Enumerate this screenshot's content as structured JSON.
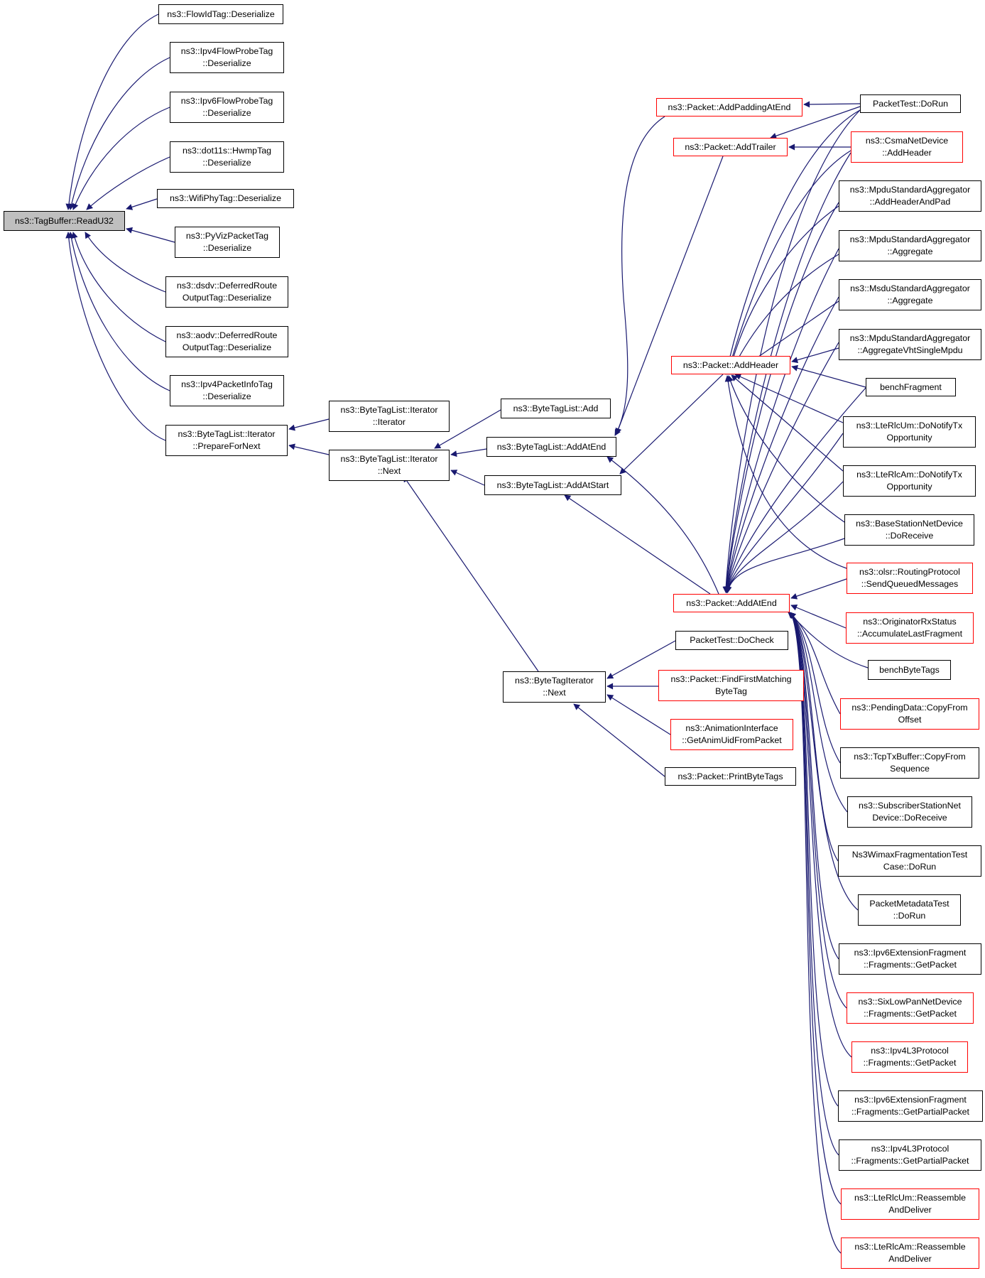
{
  "colors": {
    "edge": "#191970",
    "border": "#000000",
    "border_partial": "#ff0000",
    "root_fill": "#bfbfbf"
  },
  "nodes": {
    "readu32": {
      "lines": [
        "ns3::TagBuffer::ReadU32"
      ],
      "style": "root"
    },
    "flowid": {
      "lines": [
        "ns3::FlowIdTag::Deserialize"
      ],
      "style": "normal"
    },
    "ipv4fp": {
      "lines": [
        "ns3::Ipv4FlowProbeTag",
        "::Deserialize"
      ],
      "style": "normal"
    },
    "ipv6fp": {
      "lines": [
        "ns3::Ipv6FlowProbeTag",
        "::Deserialize"
      ],
      "style": "normal"
    },
    "hwmp": {
      "lines": [
        "ns3::dot11s::HwmpTag",
        "::Deserialize"
      ],
      "style": "normal"
    },
    "wifiphy": {
      "lines": [
        "ns3::WifiPhyTag::Deserialize"
      ],
      "style": "normal"
    },
    "pyviz": {
      "lines": [
        "ns3::PyVizPacketTag",
        "::Deserialize"
      ],
      "style": "normal"
    },
    "dsdv": {
      "lines": [
        "ns3::dsdv::DeferredRoute",
        "OutputTag::Deserialize"
      ],
      "style": "normal"
    },
    "aodv": {
      "lines": [
        "ns3::aodv::DeferredRoute",
        "OutputTag::Deserialize"
      ],
      "style": "normal"
    },
    "ipv4pi": {
      "lines": [
        "ns3::Ipv4PacketInfoTag",
        "::Deserialize"
      ],
      "style": "normal"
    },
    "prepare": {
      "lines": [
        "ns3::ByteTagList::Iterator",
        "::PrepareForNext"
      ],
      "style": "normal"
    },
    "iterctor": {
      "lines": [
        "ns3::ByteTagList::Iterator",
        "::Iterator"
      ],
      "style": "normal"
    },
    "iternext": {
      "lines": [
        "ns3::ByteTagList::Iterator",
        "::Next"
      ],
      "style": "normal"
    },
    "btladd": {
      "lines": [
        "ns3::ByteTagList::Add"
      ],
      "style": "normal"
    },
    "addatend_btl": {
      "lines": [
        "ns3::ByteTagList::AddAtEnd"
      ],
      "style": "normal"
    },
    "addatstart": {
      "lines": [
        "ns3::ByteTagList::AddAtStart"
      ],
      "style": "normal"
    },
    "btinext": {
      "lines": [
        "ns3::ByteTagIterator",
        "::Next"
      ],
      "style": "normal"
    },
    "paddpad": {
      "lines": [
        "ns3::Packet::AddPaddingAtEnd"
      ],
      "style": "red"
    },
    "paddtrailer": {
      "lines": [
        "ns3::Packet::AddTrailer"
      ],
      "style": "red"
    },
    "paddheader": {
      "lines": [
        "ns3::Packet::AddHeader"
      ],
      "style": "red"
    },
    "paddatend": {
      "lines": [
        "ns3::Packet::AddAtEnd"
      ],
      "style": "red"
    },
    "pdocheck": {
      "lines": [
        "PacketTest::DoCheck"
      ],
      "style": "normal"
    },
    "pfind": {
      "lines": [
        "ns3::Packet::FindFirstMatching",
        "ByteTag"
      ],
      "style": "red"
    },
    "anim": {
      "lines": [
        "ns3::AnimationInterface",
        "::GetAnimUidFromPacket"
      ],
      "style": "red"
    },
    "pprint": {
      "lines": [
        "ns3::Packet::PrintByteTags"
      ],
      "style": "normal"
    },
    "ptdorun": {
      "lines": [
        "PacketTest::DoRun"
      ],
      "style": "normal"
    },
    "csma": {
      "lines": [
        "ns3::CsmaNetDevice",
        "::AddHeader"
      ],
      "style": "red"
    },
    "mpduhp": {
      "lines": [
        "ns3::MpduStandardAggregator",
        "::AddHeaderAndPad"
      ],
      "style": "normal"
    },
    "mpduagg": {
      "lines": [
        "ns3::MpduStandardAggregator",
        "::Aggregate"
      ],
      "style": "normal"
    },
    "msduagg": {
      "lines": [
        "ns3::MsduStandardAggregator",
        "::Aggregate"
      ],
      "style": "normal"
    },
    "mpduvht": {
      "lines": [
        "ns3::MpduStandardAggregator",
        "::AggregateVhtSingleMpdu"
      ],
      "style": "normal"
    },
    "benchfrag": {
      "lines": [
        "benchFragment"
      ],
      "style": "normal"
    },
    "lteum": {
      "lines": [
        "ns3::LteRlcUm::DoNotifyTx",
        "Opportunity"
      ],
      "style": "normal"
    },
    "lteam": {
      "lines": [
        "ns3::LteRlcAm::DoNotifyTx",
        "Opportunity"
      ],
      "style": "normal"
    },
    "bsnd": {
      "lines": [
        "ns3::BaseStationNetDevice",
        "::DoReceive"
      ],
      "style": "normal"
    },
    "olsr": {
      "lines": [
        "ns3::olsr::RoutingProtocol",
        "::SendQueuedMessages"
      ],
      "style": "red"
    },
    "orig": {
      "lines": [
        "ns3::OriginatorRxStatus",
        "::AccumulateLastFragment"
      ],
      "style": "red"
    },
    "benchbt": {
      "lines": [
        "benchByteTags"
      ],
      "style": "normal"
    },
    "pending": {
      "lines": [
        "ns3::PendingData::CopyFrom",
        "Offset"
      ],
      "style": "red"
    },
    "tcptx": {
      "lines": [
        "ns3::TcpTxBuffer::CopyFrom",
        "Sequence"
      ],
      "style": "normal"
    },
    "ssnd": {
      "lines": [
        "ns3::SubscriberStationNet",
        "Device::DoReceive"
      ],
      "style": "normal"
    },
    "wimax": {
      "lines": [
        "Ns3WimaxFragmentationTest",
        "Case::DoRun"
      ],
      "style": "normal"
    },
    "pmeta": {
      "lines": [
        "PacketMetadataTest",
        "::DoRun"
      ],
      "style": "normal"
    },
    "ipv6ext": {
      "lines": [
        "ns3::Ipv6ExtensionFragment",
        "::Fragments::GetPacket"
      ],
      "style": "normal"
    },
    "sixlow": {
      "lines": [
        "ns3::SixLowPanNetDevice",
        "::Fragments::GetPacket"
      ],
      "style": "red"
    },
    "ipv4l3": {
      "lines": [
        "ns3::Ipv4L3Protocol",
        "::Fragments::GetPacket"
      ],
      "style": "red"
    },
    "ipv6extp": {
      "lines": [
        "ns3::Ipv6ExtensionFragment",
        "::Fragments::GetPartialPacket"
      ],
      "style": "normal"
    },
    "ipv4l3p": {
      "lines": [
        "ns3::Ipv4L3Protocol",
        "::Fragments::GetPartialPacket"
      ],
      "style": "normal"
    },
    "umreas": {
      "lines": [
        "ns3::LteRlcUm::Reassemble",
        "AndDeliver"
      ],
      "style": "red"
    },
    "amreas": {
      "lines": [
        "ns3::LteRlcAm::Reassemble",
        "AndDeliver"
      ],
      "style": "red"
    }
  }
}
